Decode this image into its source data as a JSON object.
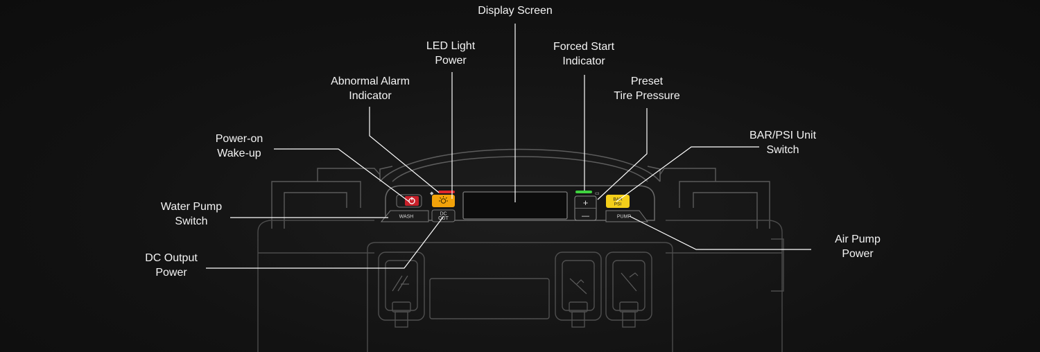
{
  "labels": {
    "display_screen": [
      "Display Screen"
    ],
    "led_light_power": [
      "LED Light",
      "Power"
    ],
    "forced_start_indicator": [
      "Forced Start",
      "Indicator"
    ],
    "abnormal_alarm_indicator": [
      "Abnormal Alarm",
      "Indicator"
    ],
    "preset_tire_pressure": [
      "Preset",
      "Tire Pressure"
    ],
    "power_on_wake_up": [
      "Power-on",
      "Wake-up"
    ],
    "bar_psi_unit_switch": [
      "BAR/PSI Unit",
      "Switch"
    ],
    "water_pump_switch": [
      "Water Pump",
      "Switch"
    ],
    "air_pump_power": [
      "Air Pump",
      "Power"
    ],
    "dc_output_power": [
      "DC Output",
      "Power"
    ]
  },
  "keys": {
    "wash": "WASH",
    "dc_out_line1": "DC",
    "dc_out_line2": "OUT",
    "plus": "+",
    "minus": "—",
    "bar": "BAR",
    "psi": "PSI",
    "pump": "PUMP"
  },
  "colors": {
    "background": "#111111",
    "outline": "#6a6a6a",
    "leader_line": "#ffffff",
    "power_button": "#c8202a",
    "led_button": "#f2a20a",
    "bar_psi_button": "#f4cf1a",
    "green_indicator": "#3fd23f",
    "red_indicator": "#e0262b"
  }
}
